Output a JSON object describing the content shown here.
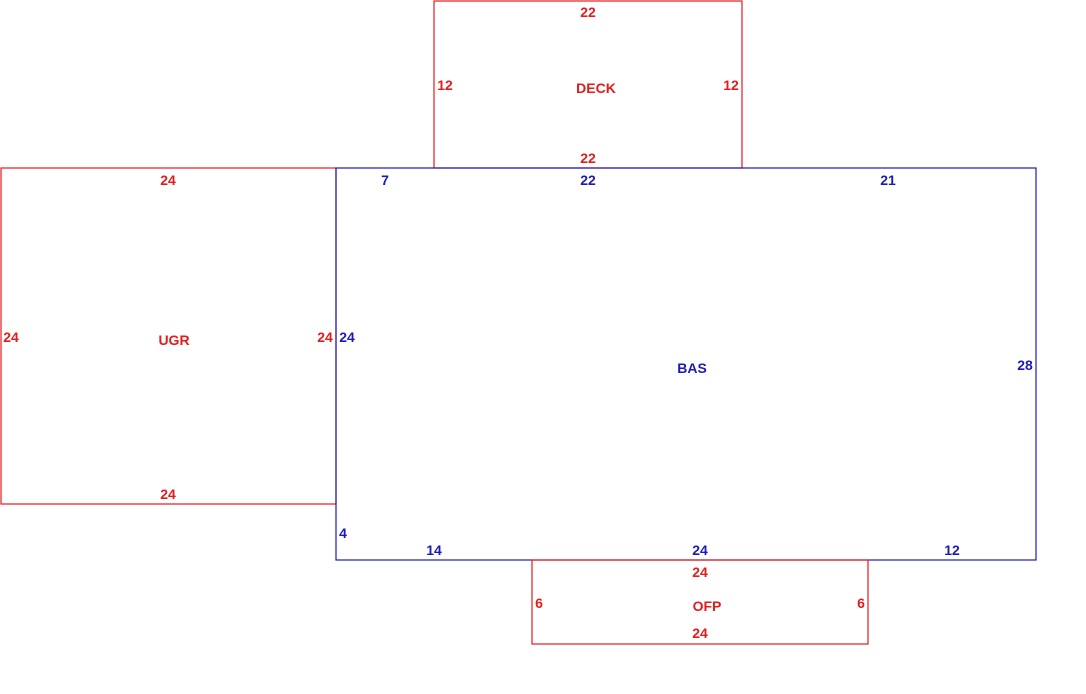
{
  "colors": {
    "addition": "#e31b1b",
    "base": "#1a1ab8"
  },
  "deck": {
    "name": "DECK",
    "top": "22",
    "left": "12",
    "right": "12",
    "bottom": "22"
  },
  "ugr": {
    "name": "UGR",
    "top": "24",
    "left": "24",
    "right": "24",
    "bottom": "24"
  },
  "bas": {
    "name": "BAS",
    "top_left": "7",
    "top_mid": "22",
    "top_right": "21",
    "left": "24",
    "right": "28",
    "left_step": "4",
    "bottom_left": "14",
    "bottom_mid": "24",
    "bottom_right": "12"
  },
  "ofp": {
    "name": "OFP",
    "top": "24",
    "left": "6",
    "right": "6",
    "bottom": "24"
  }
}
